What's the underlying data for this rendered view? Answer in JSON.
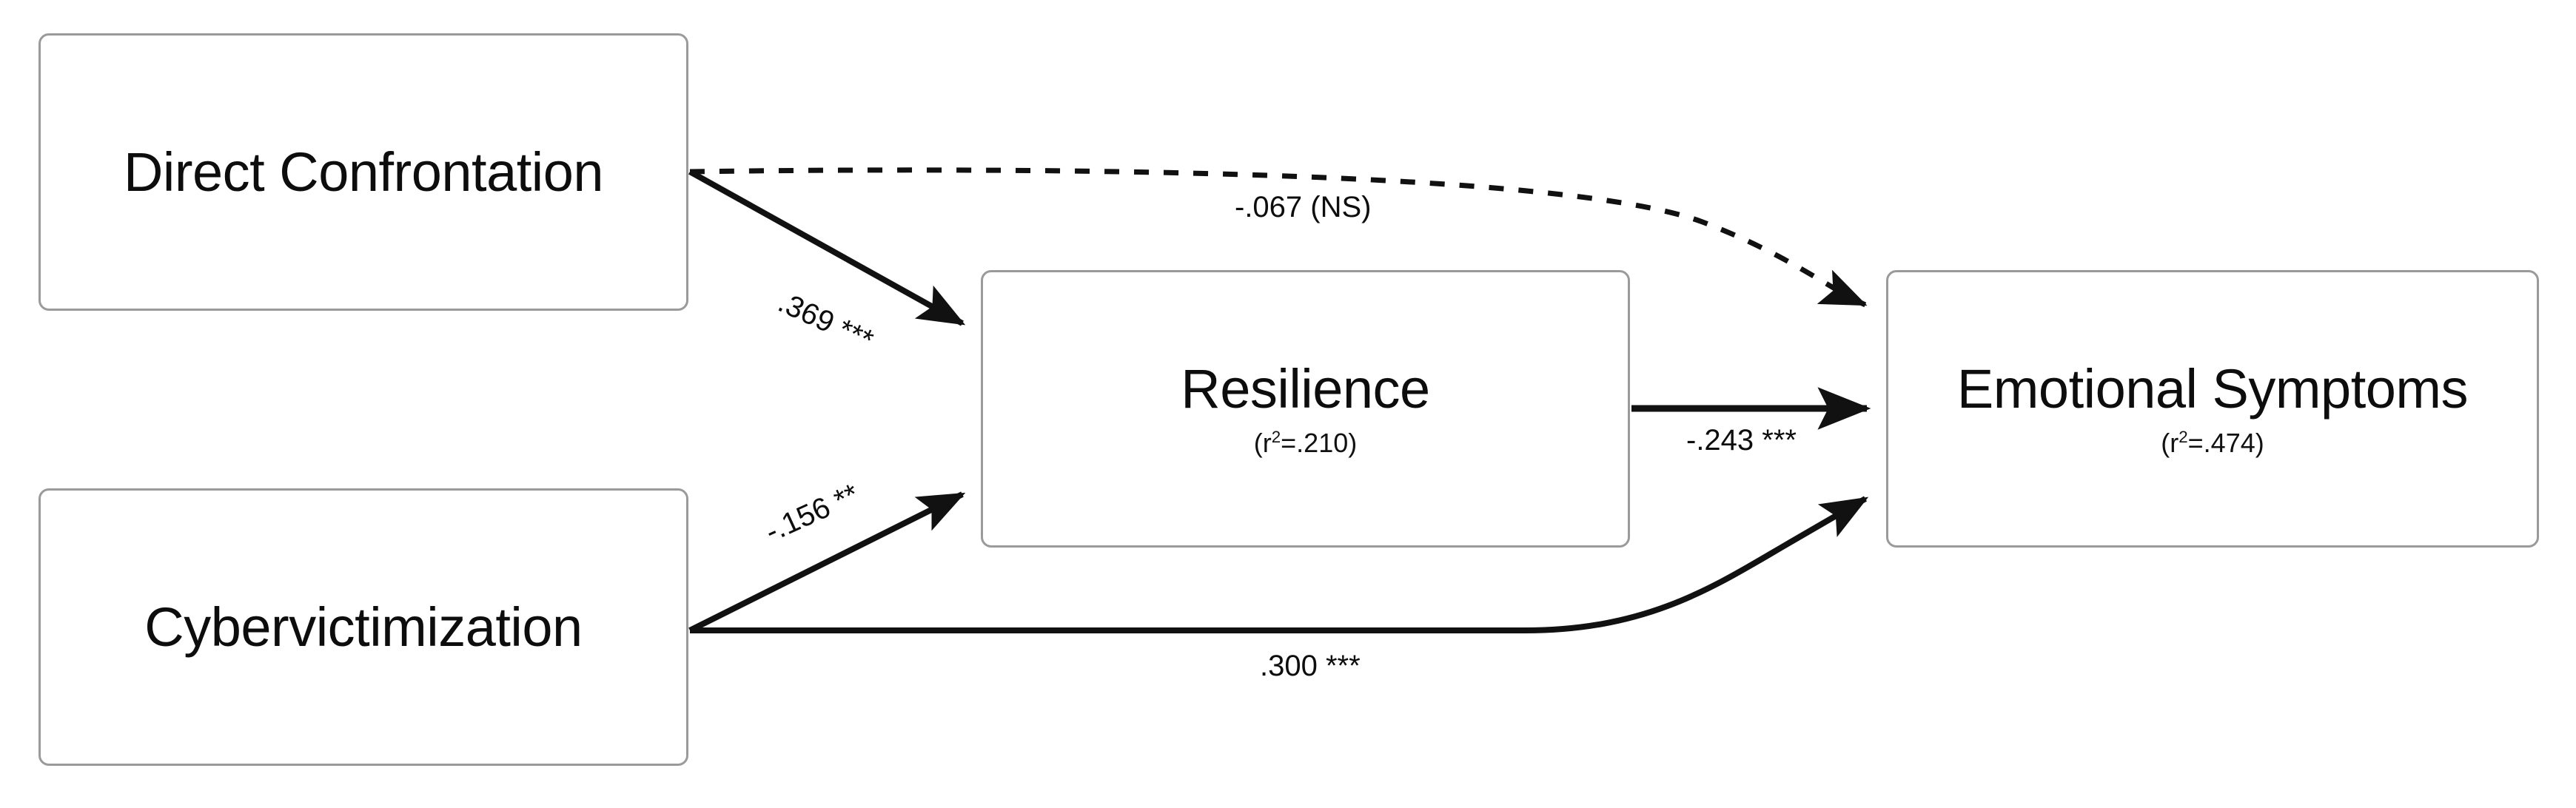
{
  "diagram": {
    "type": "path-model",
    "background_color": "#ffffff",
    "line_color": "#111111",
    "box_border_color": "#9a9a9a",
    "nodes": [
      {
        "id": "direct-confrontation",
        "label": "Direct Confrontation",
        "sub": "",
        "role": "exogenous-predictor"
      },
      {
        "id": "cybervictimization",
        "label": "Cybervictimization",
        "sub": "",
        "role": "exogenous-predictor"
      },
      {
        "id": "resilience",
        "label": "Resilience",
        "sub_prefix": "(r",
        "sub_sup": "2",
        "sub_suffix": "=.210)",
        "r_squared": 0.21,
        "role": "mediator"
      },
      {
        "id": "emotional-symptoms",
        "label": "Emotional Symptoms",
        "sub_prefix": "(r",
        "sub_sup": "2",
        "sub_suffix": "=.474)",
        "r_squared": 0.474,
        "role": "outcome"
      }
    ],
    "paths": [
      {
        "id": "dc-to-es",
        "from": "direct-confrontation",
        "to": "emotional-symptoms",
        "coefficient": "-.067",
        "significance": "(NS)",
        "label": "-.067 (NS)",
        "style": "dotted",
        "significant": false
      },
      {
        "id": "dc-to-res",
        "from": "direct-confrontation",
        "to": "resilience",
        "coefficient": ".369",
        "significance": "***",
        "label": ".369 ***",
        "style": "solid",
        "significant": true
      },
      {
        "id": "cv-to-res",
        "from": "cybervictimization",
        "to": "resilience",
        "coefficient": "-.156",
        "significance": "**",
        "label": "-.156 **",
        "style": "solid",
        "significant": true
      },
      {
        "id": "res-to-es",
        "from": "resilience",
        "to": "emotional-symptoms",
        "coefficient": "-.243",
        "significance": "***",
        "label": "-.243 ***",
        "style": "solid",
        "significant": true
      },
      {
        "id": "cv-to-es",
        "from": "cybervictimization",
        "to": "emotional-symptoms",
        "coefficient": ".300",
        "significance": "***",
        "label": ".300 ***",
        "style": "solid",
        "significant": true
      }
    ]
  }
}
